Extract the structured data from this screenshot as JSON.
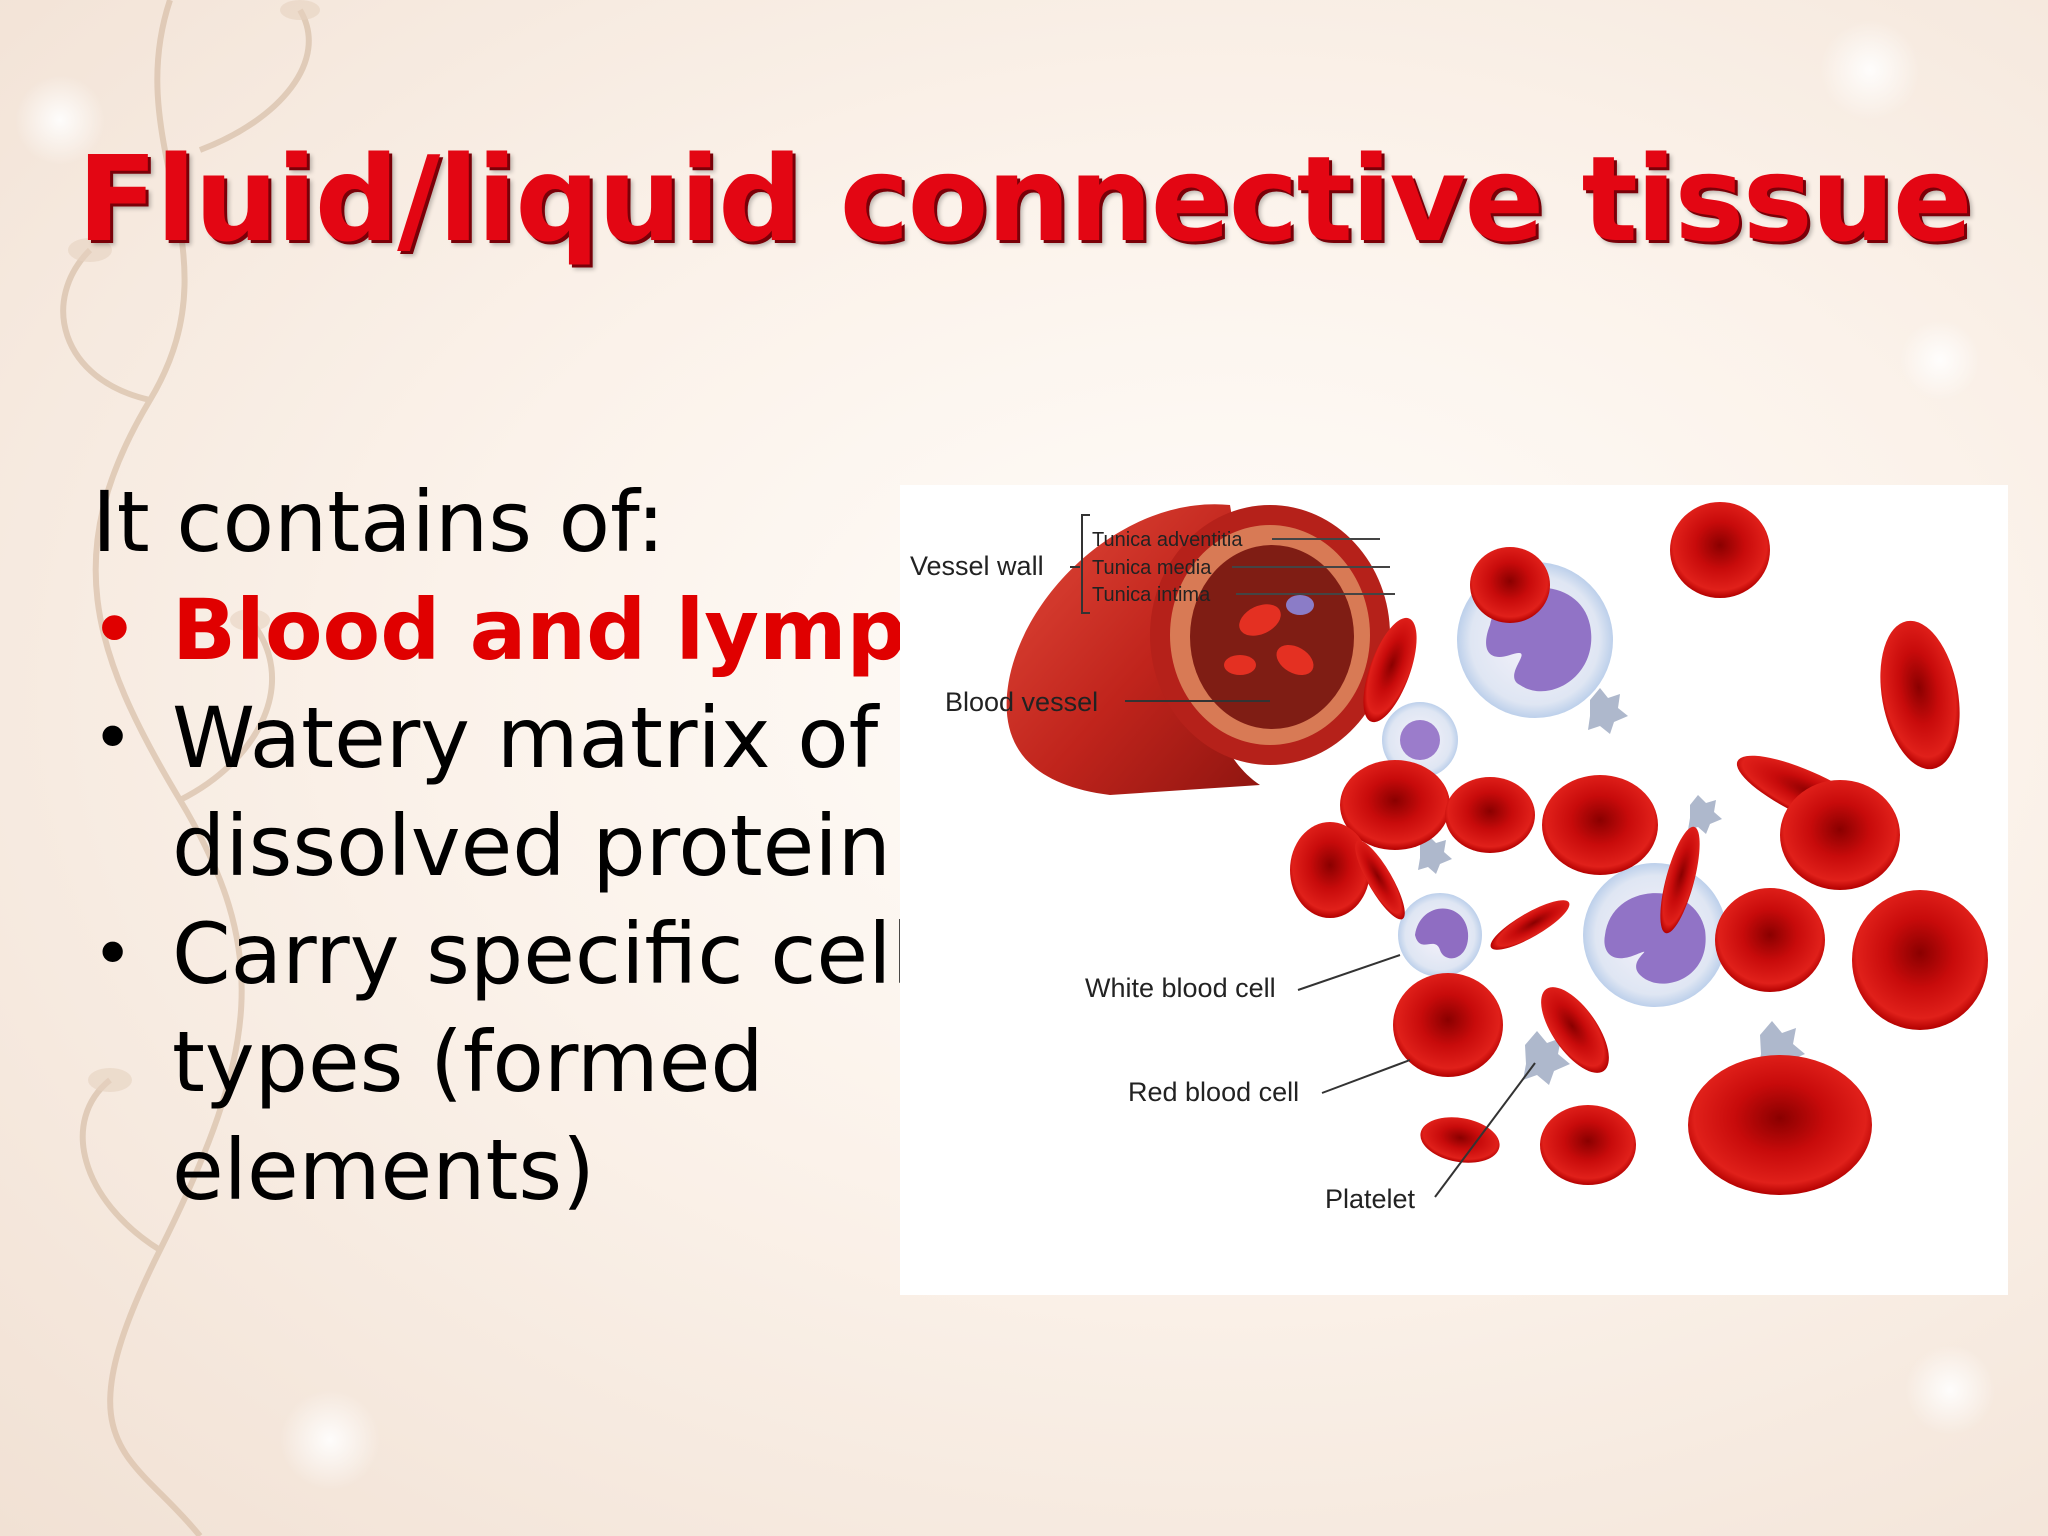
{
  "slide": {
    "title": "Fluid/liquid connective tissue",
    "intro": "It contains of:",
    "bullets": [
      {
        "lines": [
          "Blood and lymph"
        ],
        "highlighted": true
      },
      {
        "lines": [
          "Watery matrix of",
          "dissolved protein"
        ],
        "highlighted": false
      },
      {
        "lines": [
          "Carry specific cell",
          "types (formed",
          "elements)"
        ],
        "highlighted": false
      }
    ]
  },
  "diagram": {
    "vessel_wall_label": "Vessel wall",
    "layers": [
      "Tunica adventitia",
      "Tunica media",
      "Tunica intima"
    ],
    "blood_vessel_label": "Blood vessel",
    "white_blood_cell_label": "White blood cell",
    "red_blood_cell_label": "Red blood cell",
    "platelet_label": "Platelet"
  },
  "colors": {
    "title": "#e30613",
    "highlight": "#e00000",
    "rbc": "#d11010"
  }
}
